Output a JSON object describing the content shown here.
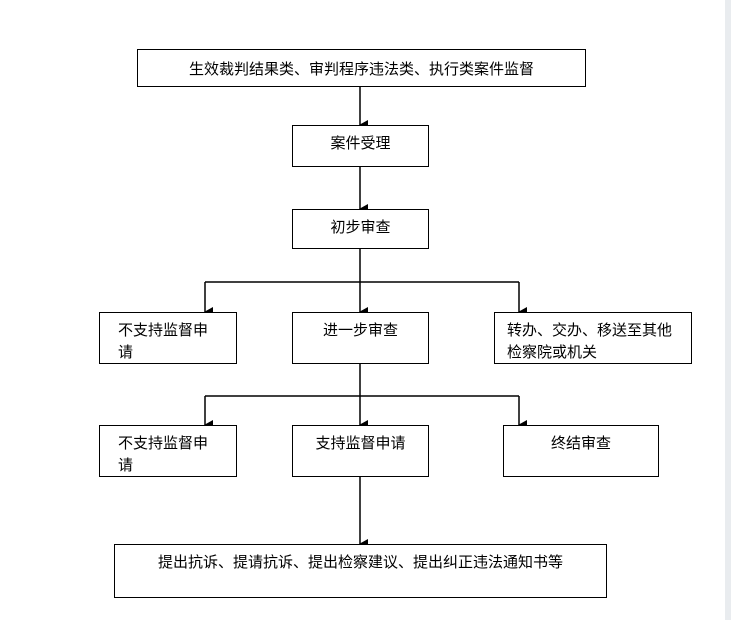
{
  "nodes": {
    "supervision_scope": "生效裁判结果类、审判程序违法类、执行类案件监督",
    "case_acceptance": "案件受理",
    "preliminary_review": "初步审查",
    "not_support_1": "不支持监督申请",
    "further_review": "进一步审查",
    "transfer": "转办、交办、移送至其他检察院或机关",
    "not_support_2": "不支持监督申请",
    "support": "支持监督申请",
    "terminate": "终结审查",
    "final_actions": "提出抗诉、提请抗诉、提出检察建议、提出纠正违法通知书等"
  }
}
